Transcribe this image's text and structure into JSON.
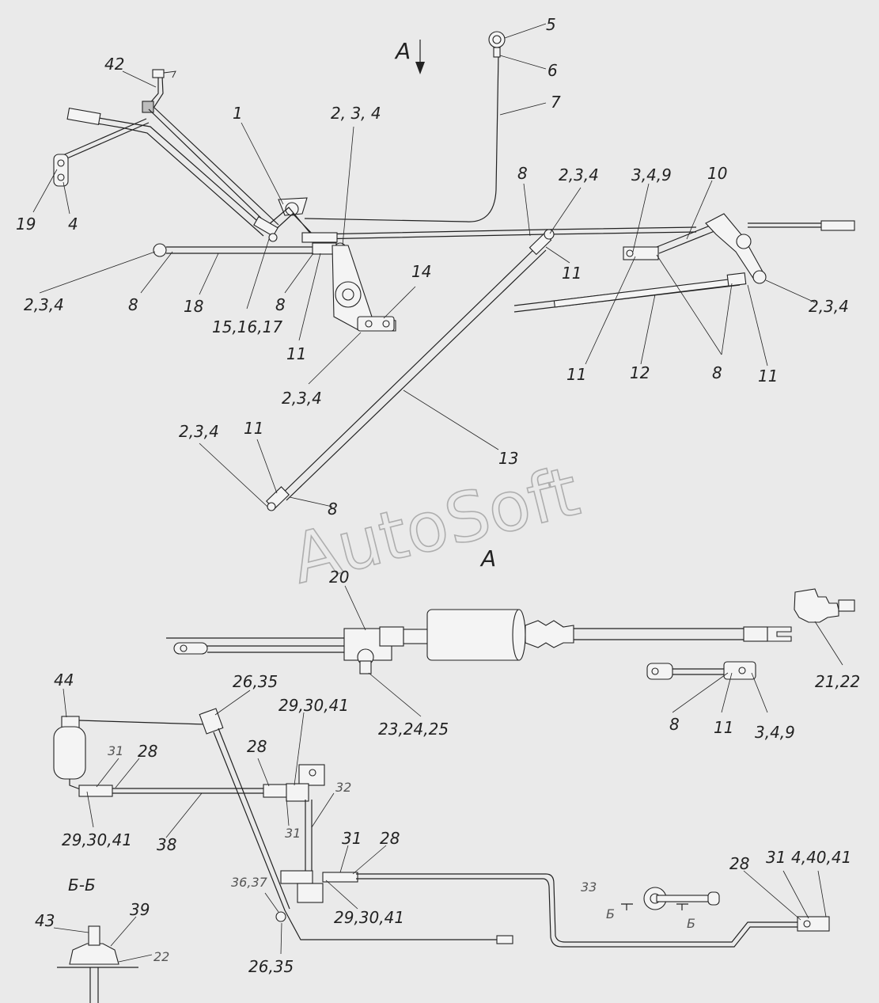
{
  "watermark": "AutoSoft",
  "view": {
    "arrow_label": "А",
    "view_title": "А",
    "section_label_b": "Б",
    "section_title": "Б-Б"
  },
  "callouts": [
    {
      "id": "c42",
      "text": "42"
    },
    {
      "id": "c19",
      "text": "19"
    },
    {
      "id": "c4a",
      "text": "4"
    },
    {
      "id": "c1",
      "text": "1"
    },
    {
      "id": "c234a",
      "text": "2, 3, 4"
    },
    {
      "id": "c5",
      "text": "5"
    },
    {
      "id": "c6",
      "text": "6"
    },
    {
      "id": "c7",
      "text": "7"
    },
    {
      "id": "c8a",
      "text": "8"
    },
    {
      "id": "c234b",
      "text": "2,3,4"
    },
    {
      "id": "c349a",
      "text": "3,4,9"
    },
    {
      "id": "c10",
      "text": "10"
    },
    {
      "id": "c234c",
      "text": "2,3,4"
    },
    {
      "id": "c8b",
      "text": "8"
    },
    {
      "id": "c18",
      "text": "18"
    },
    {
      "id": "c151617",
      "text": "15,16,17"
    },
    {
      "id": "c8c",
      "text": "8"
    },
    {
      "id": "c11a",
      "text": "11"
    },
    {
      "id": "c14",
      "text": "14"
    },
    {
      "id": "c234d",
      "text": "2,3,4"
    },
    {
      "id": "c11b",
      "text": "11"
    },
    {
      "id": "c234e",
      "text": "2,3,4"
    },
    {
      "id": "c11c",
      "text": "11"
    },
    {
      "id": "c12",
      "text": "12"
    },
    {
      "id": "c8d",
      "text": "8"
    },
    {
      "id": "c11d",
      "text": "11"
    },
    {
      "id": "c234f",
      "text": "2,3,4"
    },
    {
      "id": "c11e",
      "text": "11"
    },
    {
      "id": "c13",
      "text": "13"
    },
    {
      "id": "c8e",
      "text": "8"
    },
    {
      "id": "c20",
      "text": "20"
    },
    {
      "id": "c2122",
      "text": "21,22"
    },
    {
      "id": "c232425",
      "text": "23,24,25"
    },
    {
      "id": "c8f",
      "text": "8"
    },
    {
      "id": "c11f",
      "text": "11"
    },
    {
      "id": "c349b",
      "text": "3,4,9"
    },
    {
      "id": "c44",
      "text": "44"
    },
    {
      "id": "c2635a",
      "text": "26,35"
    },
    {
      "id": "c293041a",
      "text": "29,30,41"
    },
    {
      "id": "c31a",
      "text": "31"
    },
    {
      "id": "c28a",
      "text": "28"
    },
    {
      "id": "c28b",
      "text": "28"
    },
    {
      "id": "c32",
      "text": "32"
    },
    {
      "id": "c293041b",
      "text": "29,30,41"
    },
    {
      "id": "c38",
      "text": "38"
    },
    {
      "id": "c31b",
      "text": "31"
    },
    {
      "id": "c31c",
      "text": "31"
    },
    {
      "id": "c28c",
      "text": "28"
    },
    {
      "id": "c3637",
      "text": "36,37"
    },
    {
      "id": "c293041c",
      "text": "29,30,41"
    },
    {
      "id": "c33",
      "text": "33"
    },
    {
      "id": "c28d",
      "text": "28"
    },
    {
      "id": "c31d",
      "text": "31"
    },
    {
      "id": "c44041",
      "text": "4,40,41"
    },
    {
      "id": "c2635b",
      "text": "26,35"
    },
    {
      "id": "c43",
      "text": "43"
    },
    {
      "id": "c39",
      "text": "39"
    },
    {
      "id": "c22",
      "text": "22"
    }
  ]
}
